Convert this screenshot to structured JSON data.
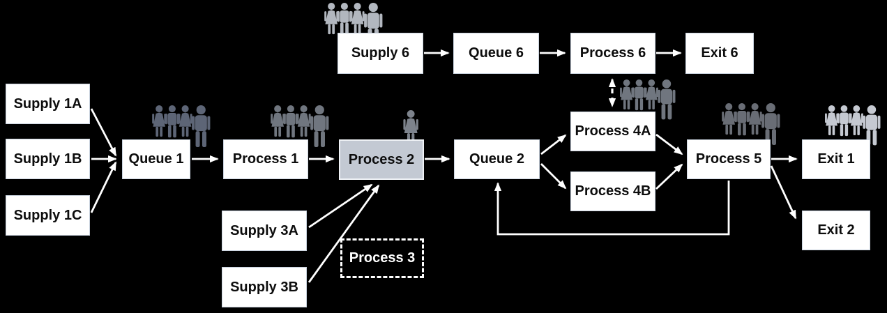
{
  "diagram": {
    "background": "#000000",
    "box_fill": "#ffffff",
    "box_text_color": "#0d0d0d",
    "highlight_box_fill": "#c3c9d3",
    "dashed_box_text_color": "#ffffff",
    "arrow_color": "#ffffff",
    "nodes": {
      "supply_1a": "Supply 1A",
      "supply_1b": "Supply 1B",
      "supply_1c": "Supply 1C",
      "queue_1": "Queue 1",
      "process_1": "Process 1",
      "process_2": "Process 2",
      "queue_2": "Queue 2",
      "process_4a": "Process 4A",
      "process_4b": "Process 4B",
      "process_5": "Process 5",
      "exit_1": "Exit 1",
      "exit_2": "Exit 2",
      "supply_6": "Supply 6",
      "queue_6": "Queue 6",
      "process_6": "Process 6",
      "exit_6": "Exit 6",
      "supply_3a": "Supply 3A",
      "supply_3b": "Supply 3B",
      "process_3": "Process 3"
    },
    "edges": [
      {
        "from": "Supply 1A",
        "to": "Queue 1",
        "style": "solid"
      },
      {
        "from": "Supply 1B",
        "to": "Queue 1",
        "style": "solid"
      },
      {
        "from": "Supply 1C",
        "to": "Queue 1",
        "style": "solid"
      },
      {
        "from": "Queue 1",
        "to": "Process 1",
        "style": "solid"
      },
      {
        "from": "Process 1",
        "to": "Process 2",
        "style": "solid"
      },
      {
        "from": "Process 2",
        "to": "Queue 2",
        "style": "solid"
      },
      {
        "from": "Queue 2",
        "to": "Process 4A",
        "style": "solid"
      },
      {
        "from": "Queue 2",
        "to": "Process 4B",
        "style": "solid"
      },
      {
        "from": "Process 4A",
        "to": "Process 5",
        "style": "solid"
      },
      {
        "from": "Process 4B",
        "to": "Process 5",
        "style": "solid"
      },
      {
        "from": "Process 5",
        "to": "Exit 1",
        "style": "solid"
      },
      {
        "from": "Process 5",
        "to": "Exit 2",
        "style": "solid"
      },
      {
        "from": "Process 5",
        "to": "Queue 2",
        "style": "feedback-loop"
      },
      {
        "from": "Supply 3A",
        "to": "Process 2",
        "style": "solid"
      },
      {
        "from": "Supply 3B",
        "to": "Process 2",
        "style": "solid"
      },
      {
        "from": "Supply 6",
        "to": "Queue 6",
        "style": "solid"
      },
      {
        "from": "Queue 6",
        "to": "Process 6",
        "style": "solid"
      },
      {
        "from": "Process 6",
        "to": "Exit 6",
        "style": "solid"
      },
      {
        "from": "Process 6",
        "to": "Process 4A",
        "style": "dashed-bidirectional"
      }
    ],
    "people_groups": [
      {
        "id": "supply-6",
        "near": "Supply 6",
        "count": 4,
        "color": "#b2b7bf"
      },
      {
        "id": "queue-1",
        "near": "Queue 1",
        "count": 4,
        "color": "#5d6576"
      },
      {
        "id": "process-1",
        "near": "Process 1",
        "count": 4,
        "color": "#70767f"
      },
      {
        "id": "process-2",
        "near": "Process 2",
        "count": 1,
        "color": "#7d838c"
      },
      {
        "id": "process-4a",
        "near": "Process 4A",
        "count": 4,
        "color": "#70767f"
      },
      {
        "id": "process-5",
        "near": "Process 5",
        "count": 4,
        "color": "#696d75"
      },
      {
        "id": "exit-1",
        "near": "Exit 1",
        "count": 4,
        "color": "#c5c9d1"
      }
    ]
  }
}
